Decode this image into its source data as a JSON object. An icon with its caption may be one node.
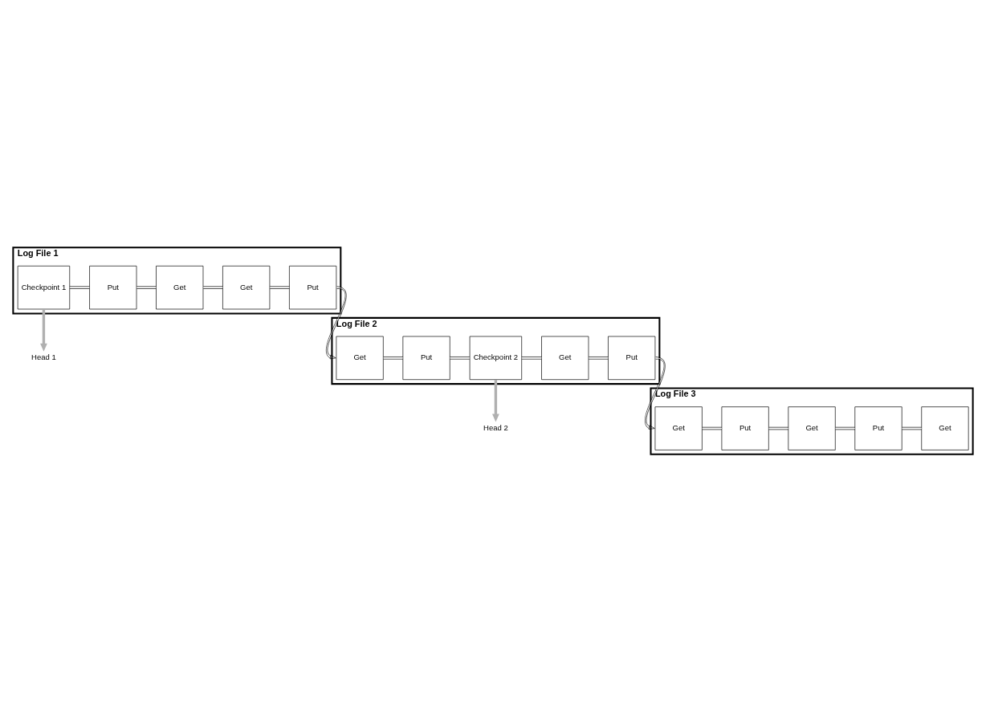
{
  "diagram": {
    "nodes": [
      {
        "text": [
          "Log File 1"
        ]
      },
      {
        "text": [
          "Checkpoint 1"
        ],
        "in": 0
      },
      {
        "text": [
          "Put"
        ],
        "in": 0
      },
      {
        "text": [
          "Get"
        ],
        "in": 0
      },
      {
        "text": [
          "Get"
        ],
        "in": 0
      },
      {
        "text": [
          "Put"
        ],
        "in": 0
      },
      {
        "text": [
          "Head 1"
        ]
      },
      {
        "text": [
          "Log File 2"
        ]
      },
      {
        "text": [
          "Get"
        ],
        "in": 7
      },
      {
        "text": [
          "Put"
        ],
        "in": 7
      },
      {
        "text": [
          "Checkpoint 2"
        ],
        "in": 7
      },
      {
        "text": [
          "Get"
        ],
        "in": 7
      },
      {
        "text": [
          "Put"
        ],
        "in": 7
      },
      {
        "text": [
          "Head 2"
        ]
      },
      {
        "text": [
          "Log File 3"
        ]
      },
      {
        "text": [
          "Get"
        ],
        "in": 14
      },
      {
        "text": [
          "Put"
        ],
        "in": 14
      },
      {
        "text": [
          "Get"
        ],
        "in": 14
      },
      {
        "text": [
          "Put"
        ],
        "in": 14
      },
      {
        "text": [
          "Get"
        ],
        "in": 14
      }
    ],
    "edges": [
      {
        "from": 1,
        "to": 2,
        "arrow": "none"
      },
      {
        "from": 2,
        "to": 3,
        "arrow": "none"
      },
      {
        "from": 3,
        "to": 4,
        "arrow": "none"
      },
      {
        "from": 4,
        "to": 5,
        "arrow": "none"
      },
      {
        "from": 1,
        "to": 6,
        "arrow": "to",
        "style": "thick",
        "color": "#b0b0b0"
      },
      {
        "from": 5,
        "to": 8,
        "arrow": "to"
      },
      {
        "from": 8,
        "to": 9,
        "arrow": "none"
      },
      {
        "from": 9,
        "to": 10,
        "arrow": "none"
      },
      {
        "from": 10,
        "to": 11,
        "arrow": "none"
      },
      {
        "from": 11,
        "to": 12,
        "arrow": "none"
      },
      {
        "from": 10,
        "to": 13,
        "arrow": "to",
        "style": "thick",
        "color": "#b0b0b0"
      },
      {
        "from": 12,
        "to": 15,
        "arrow": "to"
      },
      {
        "from": 15,
        "to": 16,
        "arrow": "none"
      },
      {
        "from": 16,
        "to": 17,
        "arrow": "none"
      },
      {
        "from": 17,
        "to": 18,
        "arrow": "none"
      },
      {
        "from": 18,
        "to": 19,
        "arrow": "none"
      }
    ]
  }
}
